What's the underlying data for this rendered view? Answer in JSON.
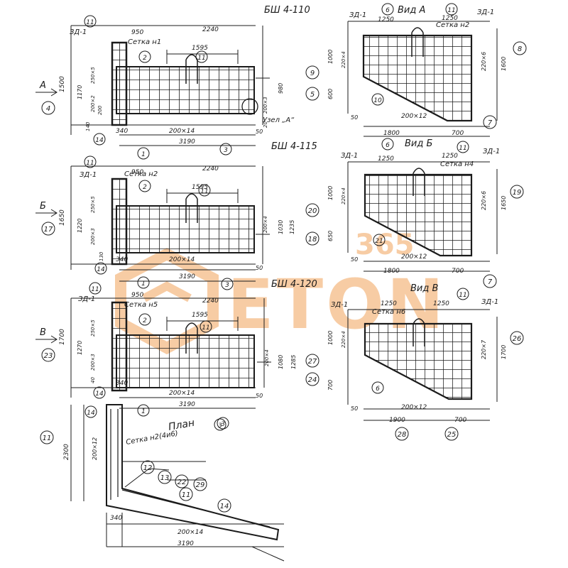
{
  "panels": {
    "b110": {
      "title": "БШ 4-110",
      "section_tag": "А",
      "callout_ed": "ЗД-1",
      "callout_setka": "Сетка н1",
      "callout_node": "Узел „А“",
      "top_dims": [
        "950",
        "2240"
      ],
      "inner_dim": "1595",
      "bottom_dims": [
        "340",
        "200×14"
      ],
      "total_dim": "3190",
      "left_total": "1500",
      "left_dims": [
        "1170",
        "250×5",
        "200×2",
        "200",
        "140"
      ],
      "right_dims": [
        "980",
        "200×3",
        "20"
      ],
      "markers": [
        "11",
        "2",
        "11",
        "4",
        "5",
        "14",
        "1",
        "3"
      ],
      "small_dim": "50"
    },
    "b115": {
      "title": "БШ 4-115",
      "section_tag": "Б",
      "callout_ed": "ЗД-1",
      "callout_setka": "Сетка н2",
      "top_dims": [
        "950",
        "2240"
      ],
      "inner_dim": "1595",
      "bottom_dims": [
        "340",
        "200×14"
      ],
      "total_dim": "3190",
      "left_total": "1650",
      "left_dims": [
        "1220",
        "250×5",
        "200×3",
        "130"
      ],
      "right_dims": [
        "1030",
        "200×4",
        "1235"
      ],
      "markers": [
        "11",
        "2",
        "11",
        "17",
        "18",
        "14",
        "1",
        "3"
      ],
      "small_dim": "50"
    },
    "b120": {
      "title": "БШ 4-120",
      "section_tag": "В",
      "callout_ed": "ЗД-1",
      "callout_setka": "Сетка н5",
      "top_dims": [
        "950",
        "2240"
      ],
      "inner_dim": "1595",
      "bottom_dims": [
        "340",
        "200×14"
      ],
      "total_dim": "3190",
      "left_total": "1700",
      "left_dims": [
        "1270",
        "250×5",
        "200×3",
        "40"
      ],
      "right_dims": [
        "1080",
        "200×4",
        "1285"
      ],
      "markers": [
        "11",
        "2",
        "11",
        "23",
        "24",
        "14",
        "1",
        "3"
      ],
      "small_dim": "50"
    },
    "viewA": {
      "title": "Вид А",
      "callout_ed": "ЗД-1",
      "callout_setka": "Сетка н2",
      "top_dims": [
        "1250",
        "1250"
      ],
      "bottom_dims": [
        "200×12",
        "1800",
        "700"
      ],
      "left_dims": [
        "1000",
        "220×4",
        "600"
      ],
      "right_dims": [
        "220×6",
        "1600"
      ],
      "markers": [
        "6",
        "11",
        "9",
        "8",
        "10",
        "7",
        "6"
      ],
      "small_dim": "50"
    },
    "viewB": {
      "title": "Вид Б",
      "callout_ed": "ЗД-1",
      "callout_setka": "Сетка н4",
      "top_dims": [
        "1250",
        "1250"
      ],
      "bottom_dims": [
        "200×12",
        "1800",
        "700"
      ],
      "left_dims": [
        "1000",
        "220×4",
        "650"
      ],
      "right_dims": [
        "220×6",
        "1650"
      ],
      "markers": [
        "11",
        "20",
        "19",
        "21",
        "7"
      ],
      "small_dim": "50"
    },
    "viewV": {
      "title": "Вид В",
      "callout_ed": "ЗД-1",
      "callout_setka": "Сетка н6",
      "top_dims": [
        "1250",
        "1250"
      ],
      "bottom_dims": [
        "200×12",
        "1900",
        "700"
      ],
      "left_dims": [
        "1000",
        "220×4",
        "700"
      ],
      "right_dims": [
        "220×7",
        "1700"
      ],
      "markers": [
        "11",
        "27",
        "26",
        "6",
        "28",
        "25"
      ],
      "small_dim": "50"
    },
    "plan": {
      "title": "План",
      "callout_setka": "Сетка н2(4и6)",
      "vert_dims": [
        "2300",
        "200×12"
      ],
      "bottom_dims": [
        "340",
        "200×14"
      ],
      "total_dim": "3190",
      "markers": [
        "14",
        "11",
        "12",
        "13",
        "22",
        "29",
        "11",
        "14",
        "3"
      ]
    }
  },
  "watermark": {
    "text": "ETON",
    "superscript": "365",
    "color": "#f2a35a"
  },
  "colors": {
    "ink": "#1b1b1b",
    "background": "#ffffff"
  }
}
